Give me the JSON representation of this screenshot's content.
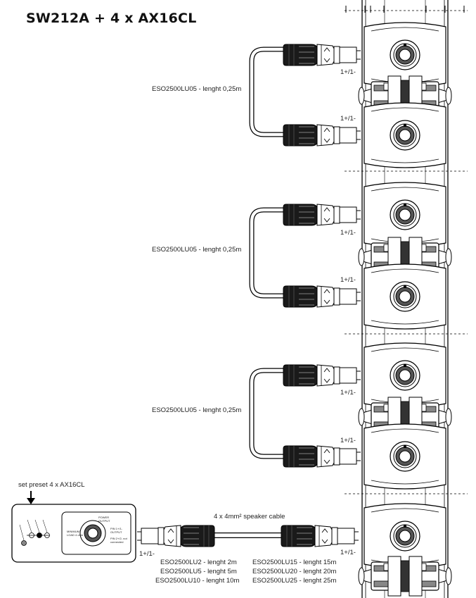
{
  "title": "SW212A + 4 x AX16CL",
  "jumper_cable_labels": [
    "ESO2500LU05 - lenght 0,25m",
    "ESO2500LU05 - lenght 0,25m",
    "ESO2500LU05 - lenght 0,25m"
  ],
  "polarity_label": "1+/1-",
  "preset_label": "set preset 4 x AX16CL",
  "speaker_cable_label": "4 x 4mm² speaker cable",
  "cable_options_left": [
    "ESO2500LU2 - lenght 2m",
    "ESO2500LU5 - lenght 5m",
    "ESO2500LU10 - lenght 10m"
  ],
  "cable_options_right": [
    "ESO2500LU15 - lenght 15m",
    "ESO2500LU20 - lenght 20m",
    "ESO2500LU25 - lenght 25m"
  ],
  "amp_panel": {
    "output_label": "POWER OUTPUT",
    "minimum_label": "MINIMUM",
    "load_label": "LOAD 4 ohm",
    "pin1_label": "PIN 1+/1- OUTPUT",
    "pin2_label": "PIN 2+/2- not connected"
  }
}
